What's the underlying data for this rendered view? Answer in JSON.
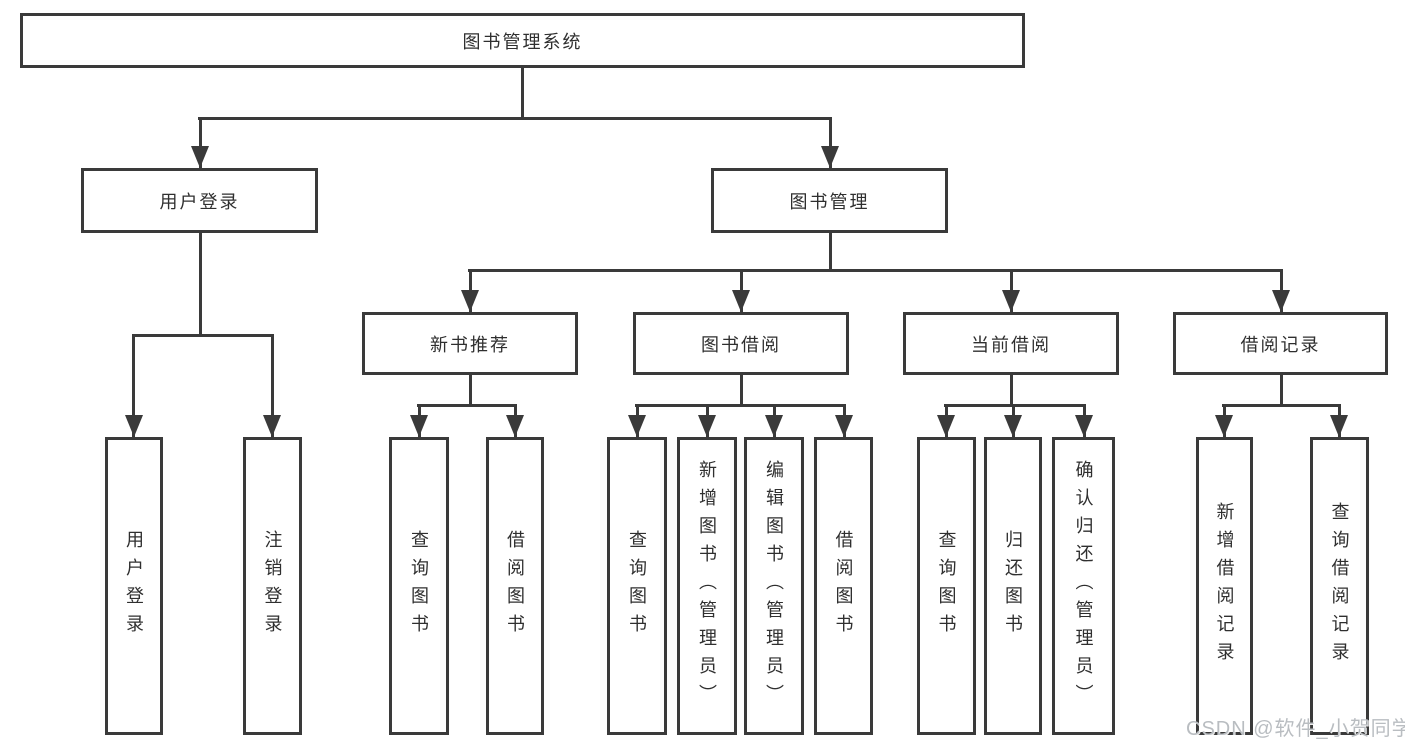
{
  "tree": {
    "root": {
      "label": "图书管理系统"
    },
    "branches": [
      {
        "label": "用户登录",
        "children": [
          {
            "label": "用户登录"
          },
          {
            "label": "注销登录"
          }
        ]
      },
      {
        "label": "图书管理",
        "children": [
          {
            "label": "新书推荐",
            "children": [
              {
                "label": "查询图书"
              },
              {
                "label": "借阅图书"
              }
            ]
          },
          {
            "label": "图书借阅",
            "children": [
              {
                "label": "查询图书"
              },
              {
                "label": "新增图书（管理员）"
              },
              {
                "label": "编辑图书（管理员）"
              },
              {
                "label": "借阅图书"
              }
            ]
          },
          {
            "label": "当前借阅",
            "children": [
              {
                "label": "查询图书"
              },
              {
                "label": "归还图书"
              },
              {
                "label": "确认归还（管理员）"
              }
            ]
          },
          {
            "label": "借阅记录",
            "children": [
              {
                "label": "新增借阅记录"
              },
              {
                "label": "查询借阅记录"
              }
            ]
          }
        ]
      }
    ]
  },
  "colors": {
    "line": "#3a3a3a",
    "box_border": "#3a3a3a",
    "text": "#2f2f2f",
    "background": "#ffffff",
    "watermark": "#b9bdc1"
  },
  "watermark": {
    "label": "CSDN @软件_小贺同学"
  }
}
